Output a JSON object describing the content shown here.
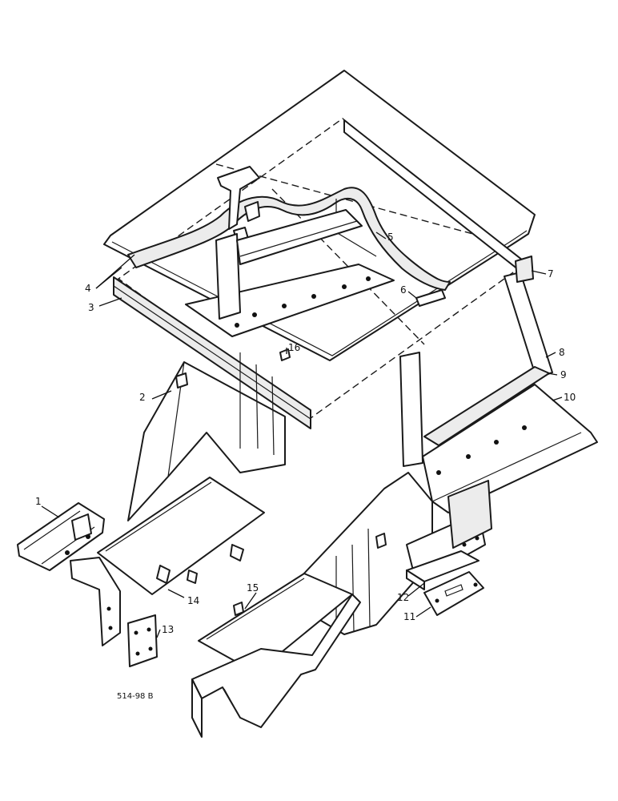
{
  "figure_code": "514-98 B",
  "callouts": [
    {
      "id": "1",
      "label": "1"
    },
    {
      "id": "2",
      "label": "2"
    },
    {
      "id": "3",
      "label": "3"
    },
    {
      "id": "4",
      "label": "4"
    },
    {
      "id": "5",
      "label": "5"
    },
    {
      "id": "6",
      "label": "6"
    },
    {
      "id": "7",
      "label": "7"
    },
    {
      "id": "8",
      "label": "8"
    },
    {
      "id": "9",
      "label": "9"
    },
    {
      "id": "10",
      "label": "10"
    },
    {
      "id": "11",
      "label": "11"
    },
    {
      "id": "12",
      "label": "12"
    },
    {
      "id": "13",
      "label": "13"
    },
    {
      "id": "14",
      "label": "14"
    },
    {
      "id": "15",
      "label": "15"
    },
    {
      "id": "16",
      "label": "16"
    }
  ]
}
